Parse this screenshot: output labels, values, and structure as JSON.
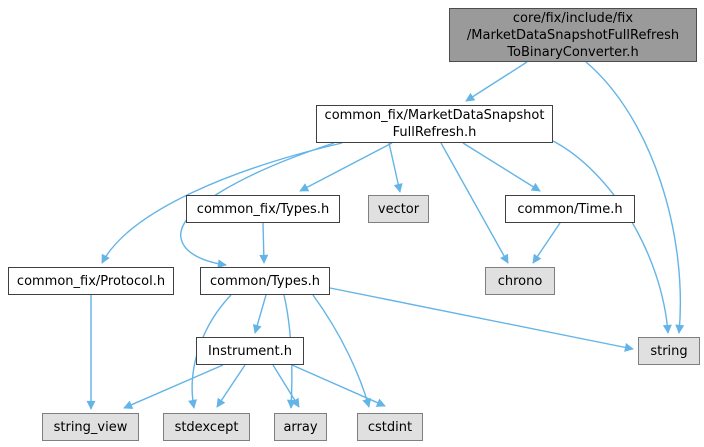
{
  "diagram": {
    "type": "include-dependency-graph",
    "edge_color": "#63b4e7",
    "node_fill_header": "#ffffff",
    "node_fill_system": "#e0e0e0",
    "node_fill_current": "#9a9a9a",
    "nodes": {
      "root": {
        "kind": "current",
        "lines": [
          "core/fix/include/fix",
          "/MarketDataSnapshotFullRefresh",
          "ToBinaryConverter.h"
        ]
      },
      "fullrefresh": {
        "kind": "header",
        "lines": [
          "common_fix/MarketDataSnapshot",
          "FullRefresh.h"
        ]
      },
      "cfx_types": {
        "kind": "header",
        "label": "common_fix/Types.h"
      },
      "vector": {
        "kind": "system",
        "label": "vector"
      },
      "time": {
        "kind": "header",
        "label": "common/Time.h"
      },
      "protocol": {
        "kind": "header",
        "label": "common_fix/Protocol.h"
      },
      "c_types": {
        "kind": "header",
        "label": "common/Types.h"
      },
      "chrono": {
        "kind": "system",
        "label": "chrono"
      },
      "instrument": {
        "kind": "header",
        "label": "Instrument.h"
      },
      "string": {
        "kind": "system",
        "label": "string"
      },
      "string_view": {
        "kind": "system",
        "label": "string_view"
      },
      "stdexcept": {
        "kind": "system",
        "label": "stdexcept"
      },
      "array": {
        "kind": "system",
        "label": "array"
      },
      "cstdint": {
        "kind": "system",
        "label": "cstdint"
      }
    },
    "edges": [
      {
        "from": "root",
        "to": "fullrefresh"
      },
      {
        "from": "root",
        "to": "string"
      },
      {
        "from": "fullrefresh",
        "to": "cfx_types"
      },
      {
        "from": "fullrefresh",
        "to": "vector"
      },
      {
        "from": "fullrefresh",
        "to": "time"
      },
      {
        "from": "fullrefresh",
        "to": "chrono"
      },
      {
        "from": "fullrefresh",
        "to": "protocol"
      },
      {
        "from": "fullrefresh",
        "to": "c_types"
      },
      {
        "from": "fullrefresh",
        "to": "string"
      },
      {
        "from": "cfx_types",
        "to": "c_types"
      },
      {
        "from": "time",
        "to": "chrono"
      },
      {
        "from": "protocol",
        "to": "string_view"
      },
      {
        "from": "c_types",
        "to": "instrument"
      },
      {
        "from": "c_types",
        "to": "stdexcept"
      },
      {
        "from": "c_types",
        "to": "array"
      },
      {
        "from": "c_types",
        "to": "cstdint"
      },
      {
        "from": "c_types",
        "to": "string"
      },
      {
        "from": "instrument",
        "to": "string_view"
      },
      {
        "from": "instrument",
        "to": "stdexcept"
      },
      {
        "from": "instrument",
        "to": "array"
      },
      {
        "from": "instrument",
        "to": "cstdint"
      }
    ]
  }
}
